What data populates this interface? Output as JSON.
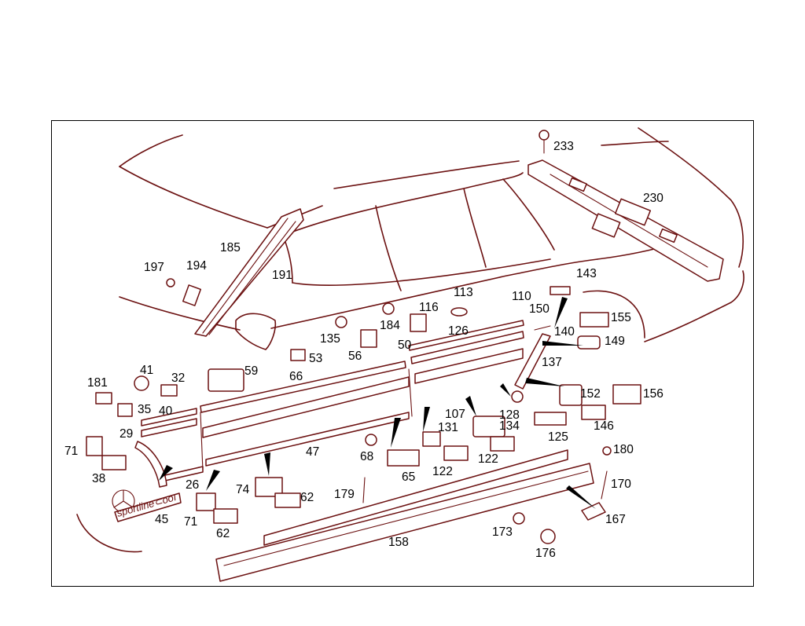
{
  "diagram": {
    "badge_text": "sportline⊂ooı",
    "callouts": [
      {
        "id": "233",
        "label": "233"
      },
      {
        "id": "230",
        "label": "230"
      },
      {
        "id": "185",
        "label": "185"
      },
      {
        "id": "191",
        "label": "191"
      },
      {
        "id": "197",
        "label": "197"
      },
      {
        "id": "194",
        "label": "194"
      },
      {
        "id": "143",
        "label": "143"
      },
      {
        "id": "113",
        "label": "113"
      },
      {
        "id": "116",
        "label": "116"
      },
      {
        "id": "110",
        "label": "110"
      },
      {
        "id": "150",
        "label": "150"
      },
      {
        "id": "155",
        "label": "155"
      },
      {
        "id": "184",
        "label": "184"
      },
      {
        "id": "126",
        "label": "126"
      },
      {
        "id": "140",
        "label": "140"
      },
      {
        "id": "135",
        "label": "135"
      },
      {
        "id": "149",
        "label": "149"
      },
      {
        "id": "50",
        "label": "50"
      },
      {
        "id": "56",
        "label": "56"
      },
      {
        "id": "53",
        "label": "53"
      },
      {
        "id": "137",
        "label": "137"
      },
      {
        "id": "41",
        "label": "41"
      },
      {
        "id": "59",
        "label": "59"
      },
      {
        "id": "66",
        "label": "66"
      },
      {
        "id": "181",
        "label": "181"
      },
      {
        "id": "32",
        "label": "32"
      },
      {
        "id": "152",
        "label": "152"
      },
      {
        "id": "156",
        "label": "156"
      },
      {
        "id": "35",
        "label": "35"
      },
      {
        "id": "40",
        "label": "40"
      },
      {
        "id": "107",
        "label": "107"
      },
      {
        "id": "128",
        "label": "128"
      },
      {
        "id": "146",
        "label": "146"
      },
      {
        "id": "131",
        "label": "131"
      },
      {
        "id": "134",
        "label": "134"
      },
      {
        "id": "29",
        "label": "29"
      },
      {
        "id": "125",
        "label": "125"
      },
      {
        "id": "71a",
        "label": "71"
      },
      {
        "id": "68",
        "label": "68"
      },
      {
        "id": "47",
        "label": "47"
      },
      {
        "id": "180",
        "label": "180"
      },
      {
        "id": "122a",
        "label": "122"
      },
      {
        "id": "38",
        "label": "38"
      },
      {
        "id": "65",
        "label": "65"
      },
      {
        "id": "122b",
        "label": "122"
      },
      {
        "id": "26",
        "label": "26"
      },
      {
        "id": "170",
        "label": "170"
      },
      {
        "id": "74",
        "label": "74"
      },
      {
        "id": "179",
        "label": "179"
      },
      {
        "id": "62a",
        "label": "62"
      },
      {
        "id": "167",
        "label": "167"
      },
      {
        "id": "45",
        "label": "45"
      },
      {
        "id": "71b",
        "label": "71"
      },
      {
        "id": "173",
        "label": "173"
      },
      {
        "id": "62b",
        "label": "62"
      },
      {
        "id": "158",
        "label": "158"
      },
      {
        "id": "176",
        "label": "176"
      }
    ]
  }
}
